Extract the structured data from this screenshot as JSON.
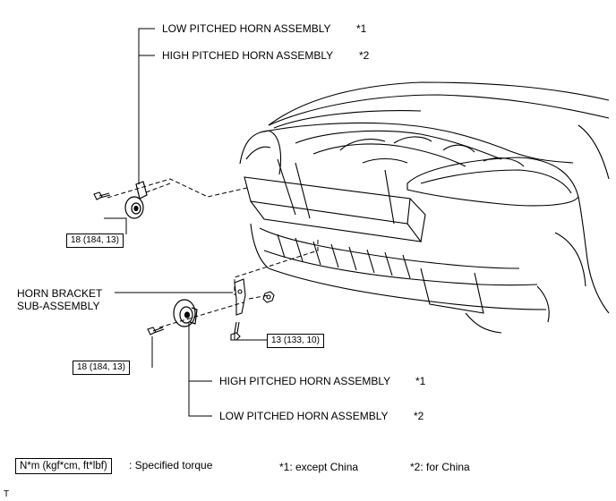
{
  "callouts": {
    "top_low": {
      "name": "LOW PITCHED HORN ASSEMBLY",
      "note": "*1"
    },
    "top_high": {
      "name": "HIGH PITCHED HORN ASSEMBLY",
      "note": "*2"
    },
    "bottom_high": {
      "name": "HIGH PITCHED HORN ASSEMBLY",
      "note": "*1"
    },
    "bottom_low": {
      "name": "LOW PITCHED HORN ASSEMBLY",
      "note": "*2"
    },
    "bracket_line1": "HORN BRACKET",
    "bracket_line2": "SUB-ASSEMBLY"
  },
  "torques": {
    "upper_bolt": "18 (184, 13)",
    "bracket_bolt": "13 (133, 10)",
    "lower_bolt": "18 (184, 13)"
  },
  "legend": {
    "unit_box": "N*m (kgf*cm, ft*lbf)",
    "unit_desc": ": Specified torque",
    "note1": "*1: except China",
    "note2": "*2: for China"
  },
  "corner_mark": "T"
}
